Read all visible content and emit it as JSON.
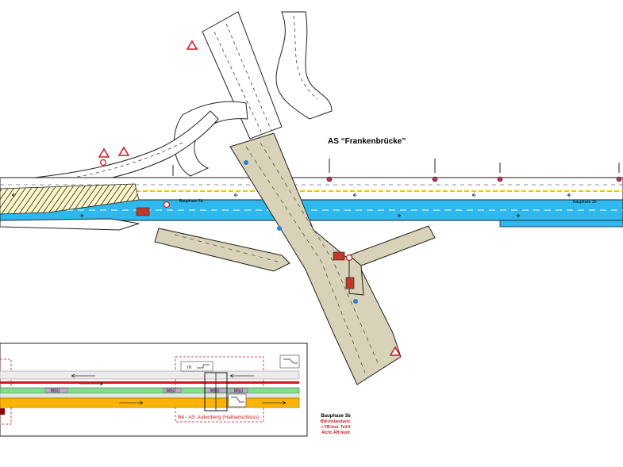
{
  "plan": {
    "title": "AS “Frankenbrücke”",
    "phase_tag_left": "Bauphase 3b",
    "phase_tag_right": "Bauphase 3b"
  },
  "inset": {
    "lane_tags": [
      "MSU",
      "MSU",
      "MSU",
      "MSU"
    ],
    "caption": "B4 -  AS Judenberg (Halbanschluss)",
    "sign_left_text": "m"
  },
  "legend": {
    "phase": "Bauphase 3b",
    "lines": [
      "BW-Instandsetz.",
      "+ FB-Inst. Teil II",
      "Richt.-FB Nord"
    ]
  },
  "colors": {
    "lane_blue": "#2fb8ee",
    "ramp_beige": "#d8d2b8",
    "median_red": "#d0181e",
    "inset_green": "#7fe08a",
    "inset_orange": "#ffb300",
    "hatch_yellow": "#f2c400"
  }
}
